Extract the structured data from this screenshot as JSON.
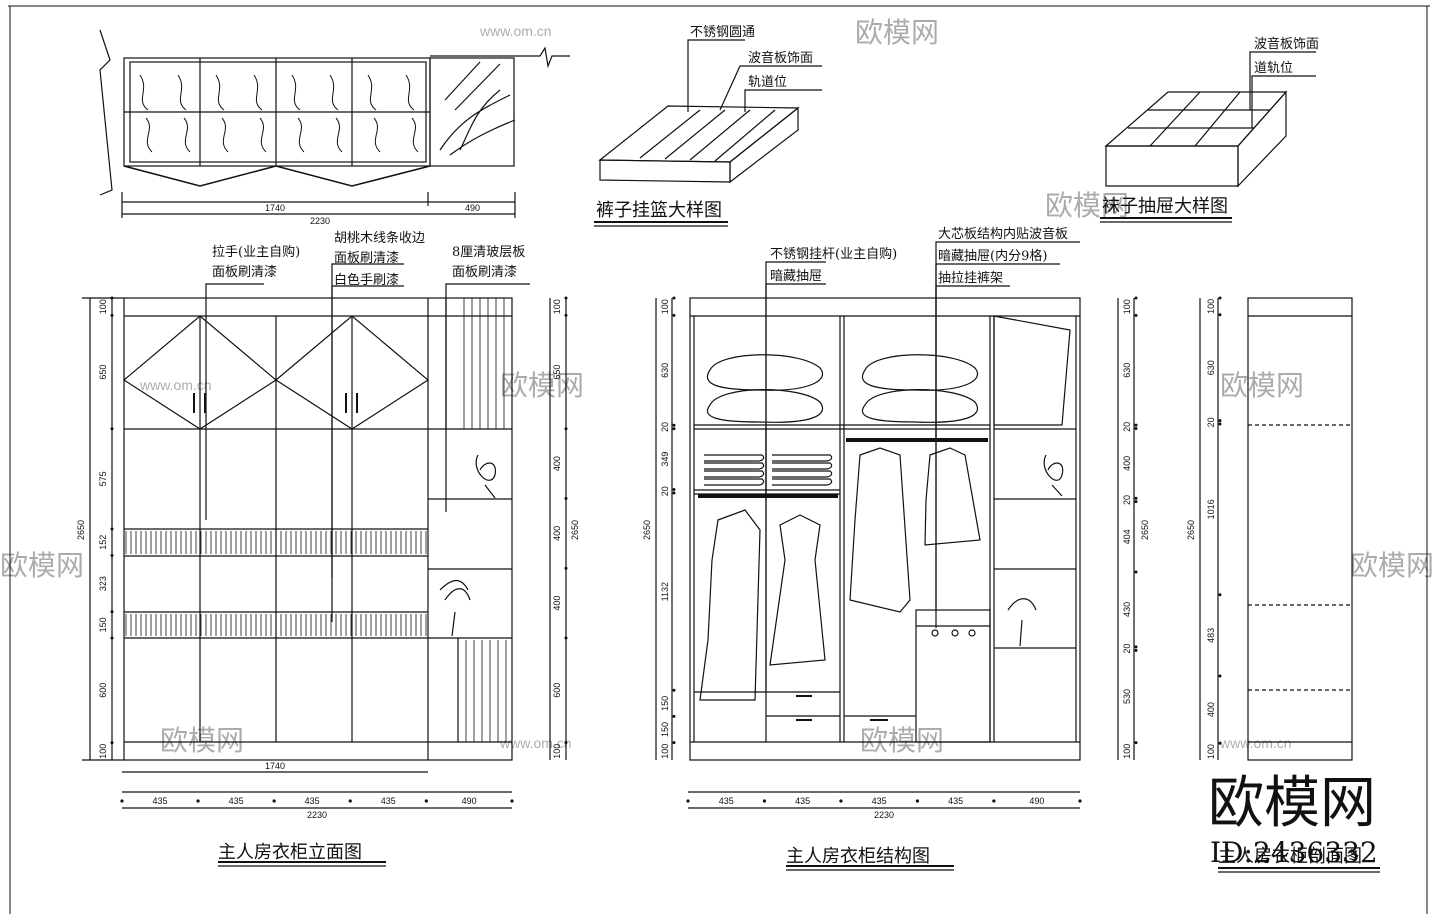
{
  "watermark": {
    "brand": "欧模网",
    "site": "www.om.cn",
    "id_label": "ID:2436332"
  },
  "plan_view": {
    "dimensions": [
      "1740",
      "490",
      "2230"
    ]
  },
  "pants_basket": {
    "caption": "裤子挂篮大样图",
    "notes": [
      "不锈钢圆通",
      "波音板饰面",
      "轨道位"
    ]
  },
  "socks_drawer": {
    "caption": "袜子抽屉大样图",
    "notes": [
      "波音板饰面",
      "道轨位"
    ]
  },
  "elevation": {
    "caption": "主人房衣柜立面图",
    "notes": [
      "拉手(业主自购)",
      "面板刷清漆",
      "胡桃木线条收边",
      "面板刷清漆",
      "白色手刷漆",
      "8厘清玻层板",
      "面板刷清漆"
    ],
    "left_dims": [
      "100",
      "650",
      "575",
      "152",
      "323",
      "150",
      "600",
      "100"
    ],
    "left_total": "2650",
    "right_dims": [
      "100",
      "650",
      "400",
      "400",
      "400",
      "600",
      "100"
    ],
    "right_total": "2650",
    "bottom_dims": [
      "435",
      "435",
      "435",
      "435",
      "490"
    ],
    "bottom_sub": "1740",
    "bottom_total": "2230"
  },
  "structure": {
    "caption": "主人房衣柜结构图",
    "notes": [
      "不锈钢挂杆(业主自购)",
      "暗藏抽屉",
      "大芯板结构内贴波音板",
      "暗藏抽屉(内分9格)",
      "抽拉挂裤架"
    ],
    "left_dims": [
      "100",
      "630",
      "20",
      "349",
      "20",
      "1132",
      "150",
      "150",
      "100"
    ],
    "left_total": "2650",
    "right_dims": [
      "100",
      "630",
      "20",
      "400",
      "20",
      "404",
      "430",
      "20",
      "530",
      "100"
    ],
    "right_total": "2650",
    "bottom_dims": [
      "435",
      "435",
      "435",
      "435",
      "490"
    ],
    "bottom_total": "2230"
  },
  "section": {
    "caption": "主人房衣柜剖面图",
    "left_dims": [
      "100",
      "630",
      "20",
      "1016",
      "483",
      "400",
      "100"
    ],
    "left_total": "2650"
  }
}
